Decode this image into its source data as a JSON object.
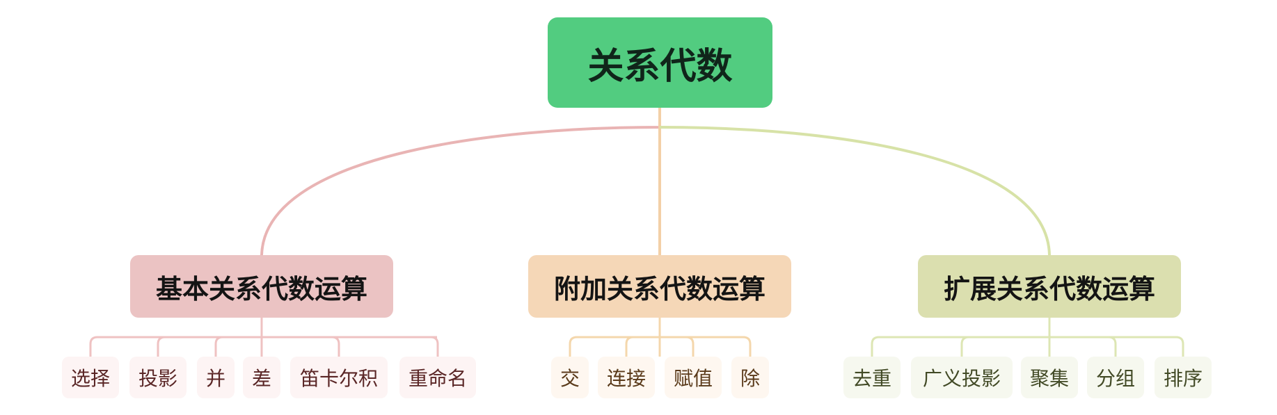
{
  "root": {
    "label": "关系代数",
    "color": "#52cc80"
  },
  "branches": [
    {
      "label": "基本关系代数运算",
      "box_color": "#ebc3c3",
      "line_color": "#e9b4b4",
      "leaf_bg": "#fdf4f4",
      "leaf_text": "#5a2626",
      "leaves": [
        "选择",
        "投影",
        "并",
        "差",
        "笛卡尔积",
        "重命名"
      ]
    },
    {
      "label": "附加关系代数运算",
      "box_color": "#f5d7b7",
      "line_color": "#f3d0a7",
      "leaf_bg": "#fef7f0",
      "leaf_text": "#5a3a1a",
      "leaves": [
        "交",
        "连接",
        "赋值",
        "除"
      ]
    },
    {
      "label": "扩展关系代数运算",
      "box_color": "#dbdfaf",
      "line_color": "#d7e2a7",
      "leaf_bg": "#f6f8ef",
      "leaf_text": "#424a26",
      "leaves": [
        "去重",
        "广义投影",
        "聚集",
        "分组",
        "排序"
      ]
    }
  ]
}
